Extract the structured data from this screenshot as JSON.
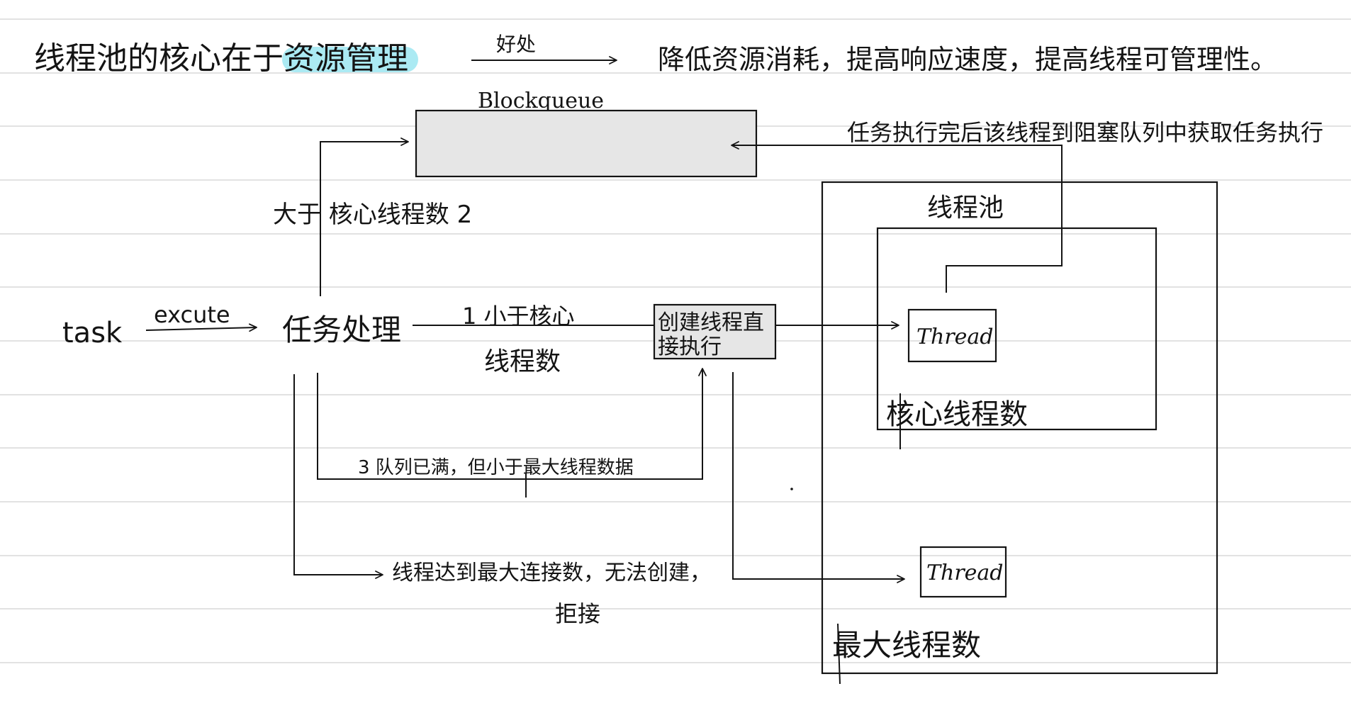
{
  "notes": {
    "title": "线程池的核心在于资源管理",
    "benefit_label": "好处",
    "benefit_text": "降低资源消耗，提高响应速度，提高线程可管理性。",
    "blockqueue_label": "Blockqueue",
    "task_label": "task",
    "execute_label": "excute",
    "process_label": "任务处理",
    "branch_core_greater": "大于 核心线程数 2",
    "branch_less_core_1": "1 小于核心",
    "branch_less_core_2": "线程数",
    "create_thread_line1": "创建线程直",
    "create_thread_line2": "接执行",
    "return_to_queue": "任务执行完后该线程到阻塞队列中获取任务执行",
    "pool_label": "线程池",
    "thread_label_1": "Thread",
    "thread_label_2": "Thread",
    "core_count_label": "核心线程数",
    "max_count_label": "最大线程数",
    "queue_full_label": "3 队列已满，但小于最大线程数据",
    "reject_line1": "线程达到最大连接数，无法创建，",
    "reject_line2": "拒接"
  },
  "colors": {
    "ink": "#141414",
    "ruled_line": "#d9d9d9",
    "box_fill": "#e6e6e6",
    "highlight": "#8fe3ef"
  }
}
